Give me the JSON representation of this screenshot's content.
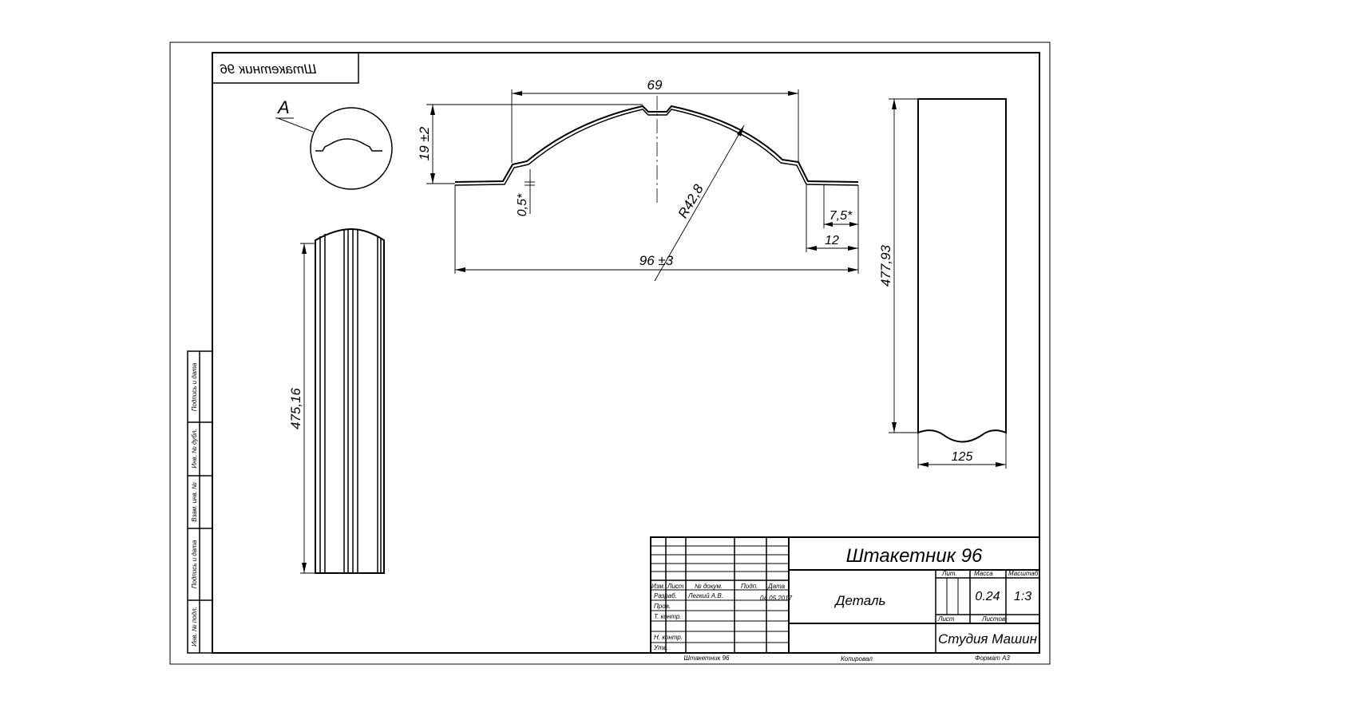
{
  "drawing": {
    "mirrored_stamp_text": "Штакетник 96",
    "view_label": "A",
    "dimensions": {
      "top_width": "69",
      "height": "19 ±2",
      "thickness": "0,5*",
      "radius": "R42,8",
      "flange_inner": "7,5*",
      "flange": "12",
      "total_width": "96 ±3",
      "side_length": "475,16",
      "front_length": "477,93",
      "front_width": "125"
    },
    "side_stamps": [
      "Подпись и дата",
      "Инв. № дубл.",
      "Взам. инв. №",
      "Подпись и дата",
      "Инв. № подл."
    ]
  },
  "title_block": {
    "title": "Штакетник 96",
    "doc_type": "Деталь",
    "headers": {
      "izm": "Изм.",
      "list": "Лист",
      "doc_no": "№ докум.",
      "sign": "Подп.",
      "date": "Дата",
      "lit": "Лит.",
      "mass": "Масса",
      "scale": "Масштаб",
      "sheet": "Лист",
      "sheets": "Листов"
    },
    "rows": {
      "razrab": "Разраб.",
      "prov": "Пров.",
      "tkontr": "Т. контр.",
      "nkontr": "Н. контр.",
      "utv": "Утв."
    },
    "developer": "Легкий А.В.",
    "date": "04.05.2017",
    "mass": "0.24",
    "scale": "1:3",
    "organization": "Студия Машин",
    "bottom_name": "Штакетник 96",
    "copied": "Копировал",
    "format": "Формат  А3"
  }
}
